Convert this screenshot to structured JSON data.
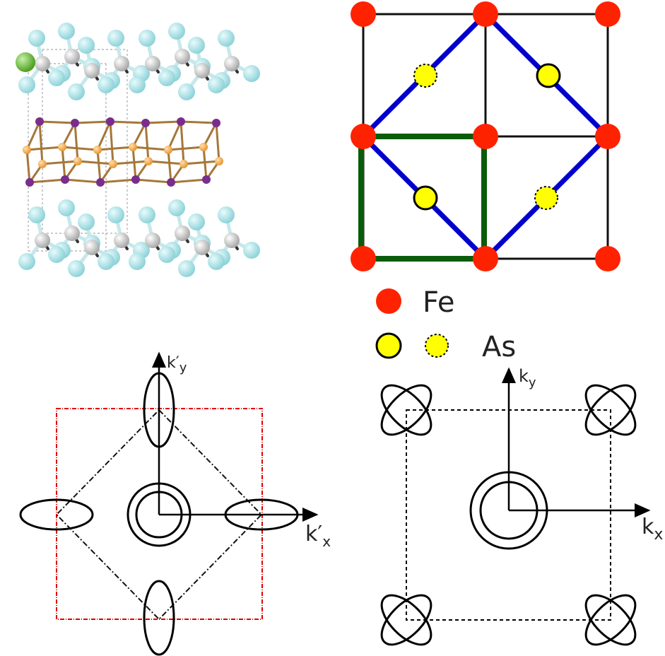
{
  "legend": {
    "fe_label": "Fe",
    "as_label": "As",
    "fe_color": "#ff2200",
    "as_color": "#ffff00"
  },
  "momentum_left": {
    "kx_label": "k′",
    "kx_sub": "x",
    "ky_label": "k′",
    "ky_sub": "y",
    "zone_color": "#e00000"
  },
  "momentum_right": {
    "kx_label": "k",
    "kx_sub": "x",
    "ky_label": "k",
    "ky_sub": "y"
  },
  "lattice": {
    "large_cell_color": "#0000cc",
    "small_cell_color": "#0a5c0a",
    "grid_color": "#111111"
  },
  "crystal": {
    "atom_colors": {
      "light_blue": "#a8dde2",
      "gray": "#c9c9c9",
      "orange": "#f4ad5a",
      "purple": "#7a2d8c",
      "green": "#6bc03a",
      "bond": "#a5773a"
    }
  }
}
